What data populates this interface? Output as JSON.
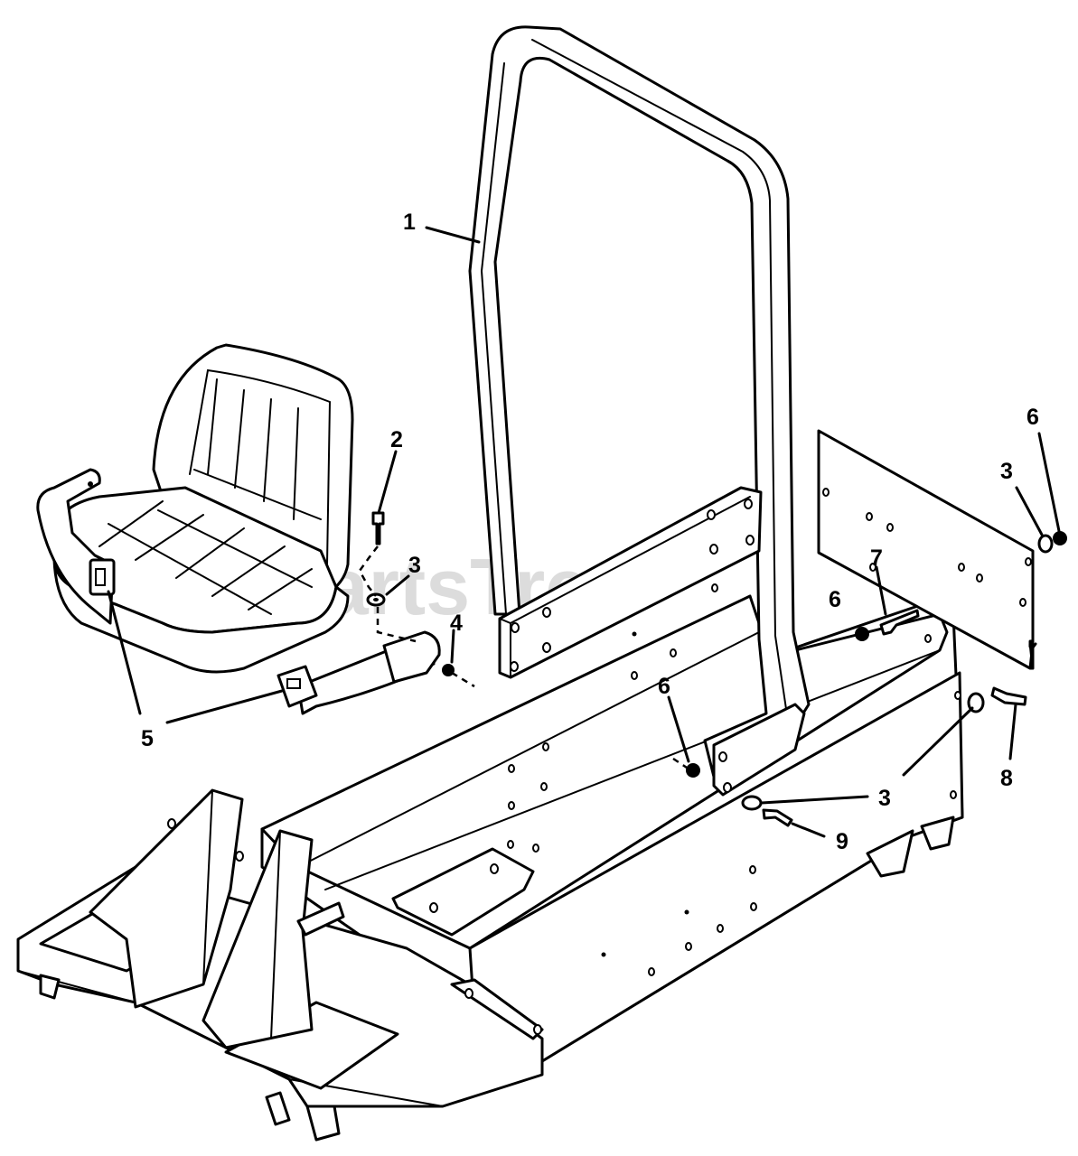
{
  "watermark": {
    "text": "PartsTree",
    "trademark": "TM"
  },
  "callouts": [
    {
      "id": "c1",
      "label": "1"
    },
    {
      "id": "c2",
      "label": "2"
    },
    {
      "id": "c3a",
      "label": "3"
    },
    {
      "id": "c4",
      "label": "4"
    },
    {
      "id": "c5",
      "label": "5"
    },
    {
      "id": "c6a",
      "label": "6"
    },
    {
      "id": "c3b",
      "label": "3"
    },
    {
      "id": "c7",
      "label": "7"
    },
    {
      "id": "c6b",
      "label": "6"
    },
    {
      "id": "c6c",
      "label": "6"
    },
    {
      "id": "c3c",
      "label": "3"
    },
    {
      "id": "c8",
      "label": "8"
    },
    {
      "id": "c9",
      "label": "9"
    }
  ]
}
